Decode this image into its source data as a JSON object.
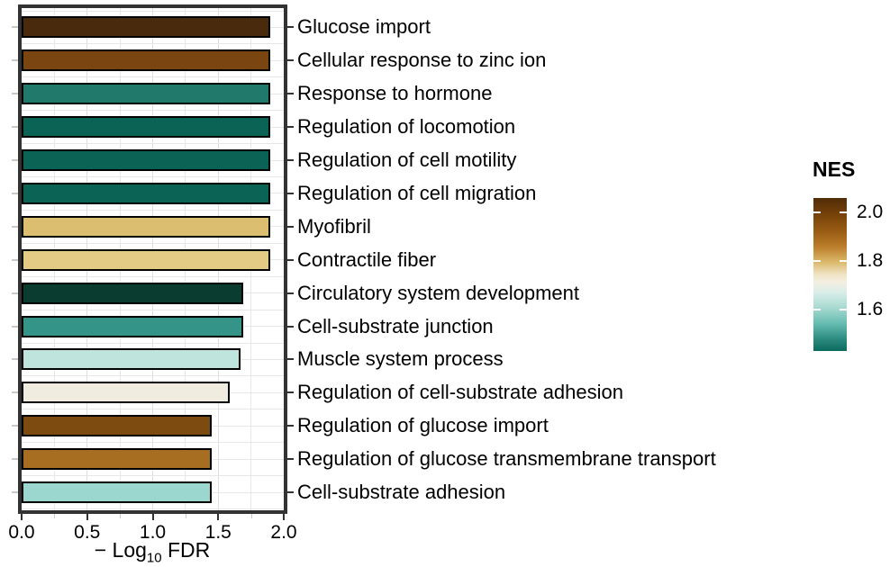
{
  "chart_data": {
    "type": "bar",
    "orientation": "horizontal",
    "title": "",
    "xlabel": "− Log10 FDR",
    "xlabel_parts": {
      "prefix": "− Log",
      "sub": "10",
      "suffix": " FDR"
    },
    "xlim": [
      0.0,
      2.0
    ],
    "x_ticks": [
      {
        "label": "0.0",
        "value": 0.0
      },
      {
        "label": "0.5",
        "value": 0.5
      },
      {
        "label": "1.0",
        "value": 1.0
      },
      {
        "label": "1.5",
        "value": 1.5
      },
      {
        "label": "2.0",
        "value": 2.0
      }
    ],
    "x_minor_tick_values": [
      0.25,
      0.75,
      1.25,
      1.75
    ],
    "grid": true,
    "bar_stroke_color": "#000000",
    "panel_border_color": "#333333",
    "categories": [
      "Glucose import",
      "Cellular response to zinc ion",
      "Response to hormone",
      "Regulation of locomotion",
      "Regulation of cell motility",
      "Regulation of cell migration",
      "Myofibril",
      "Contractile fiber",
      "Circulatory system development",
      "Cell-substrate junction",
      "Muscle system process",
      "Regulation of cell-substrate adhesion",
      "Regulation of glucose import",
      "Regulation of glucose transmembrane transport",
      "Cell-substrate adhesion"
    ],
    "values": [
      1.9,
      1.9,
      1.9,
      1.9,
      1.9,
      1.9,
      1.9,
      1.9,
      1.69,
      1.69,
      1.67,
      1.59,
      1.45,
      1.45,
      1.45
    ],
    "bar_colors": [
      "#4a2a0d",
      "#7b4511",
      "#20796b",
      "#0b6355",
      "#0b6355",
      "#0b6355",
      "#dcbe71",
      "#e3ca85",
      "#0a3c2f",
      "#339487",
      "#bfe4dd",
      "#f0ede0",
      "#7d4a10",
      "#a76d21",
      "#9bd7ce"
    ]
  },
  "legend": {
    "title": "NES",
    "colorbar_range_top": 2.06,
    "colorbar_range_bottom": 1.43,
    "ticks": [
      {
        "label": "2.0",
        "value": 2.0
      },
      {
        "label": "1.8",
        "value": 1.8
      },
      {
        "label": "1.6",
        "value": 1.6
      }
    ]
  }
}
